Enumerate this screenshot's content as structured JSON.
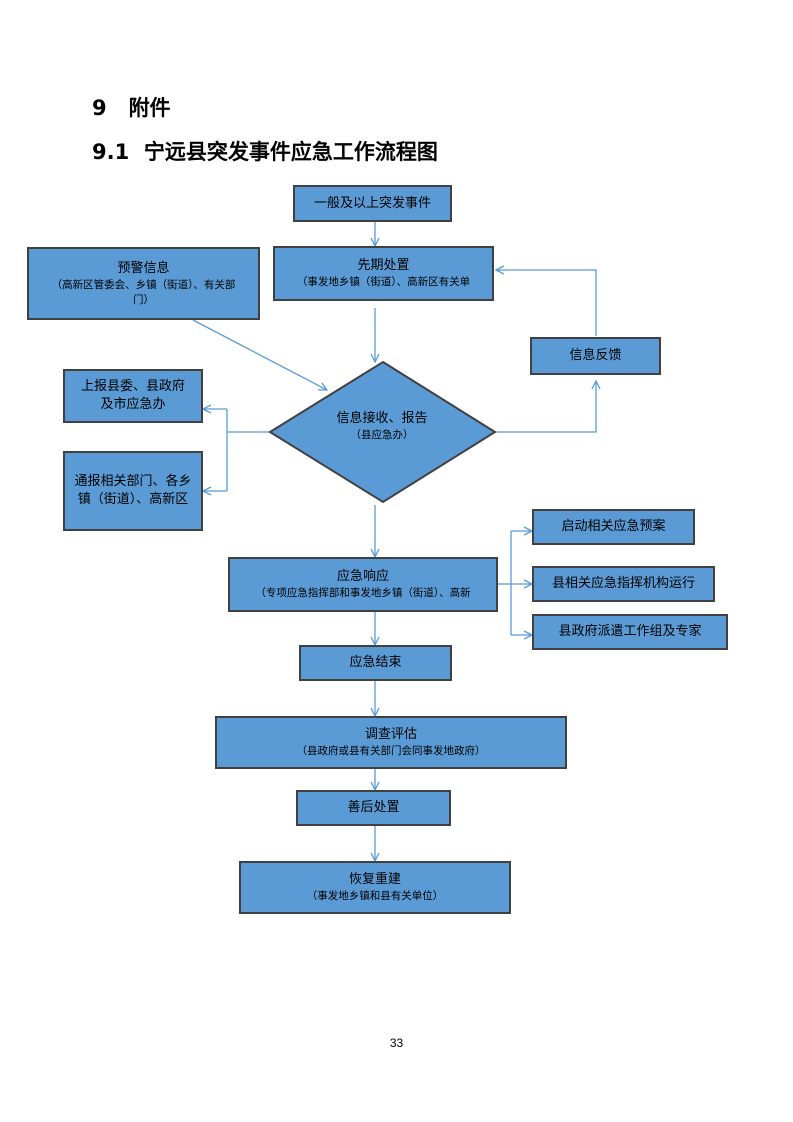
{
  "section": {
    "number": "9",
    "title": "附件"
  },
  "subsection": {
    "number": "9.1",
    "title": "宁远县突发事件应急工作流程图"
  },
  "flowchart": {
    "event": {
      "title": "一般及以上突发事件"
    },
    "warning": {
      "title": "预警信息",
      "subtitle_line1": "（高新区管委会、乡镇（街道）、有关部",
      "subtitle_line2": "门）"
    },
    "initial": {
      "title": "先期处置",
      "subtitle": "（事发地乡镇（街道）、高新区有关单"
    },
    "feedback": {
      "title": "信息反馈"
    },
    "report_up": {
      "line1": "上报县委、县政府",
      "line2": "及市应急办"
    },
    "notify": {
      "line1": "通报相关部门、各乡",
      "line2": "镇（街道）、高新区"
    },
    "decision": {
      "title": "信息接收、报告",
      "subtitle": "（县应急办）"
    },
    "response": {
      "title": "应急响应",
      "subtitle": "（专项应急指挥部和事发地乡镇（街道）、高新"
    },
    "actions": [
      {
        "label": "启动相关应急预案"
      },
      {
        "label": "县相关应急指挥机构运行"
      },
      {
        "label": "县政府派遣工作组及专家"
      }
    ],
    "end": {
      "title": "应急结束"
    },
    "assessment": {
      "title": "调查评估",
      "subtitle": "（县政府或县有关部门会同事发地政府）"
    },
    "aftermath": {
      "title": "善后处置"
    },
    "rebuild": {
      "title": "恢复重建",
      "subtitle": "（事发地乡镇和县有关单位）"
    },
    "colors": {
      "box_fill": "#5b9bd5",
      "box_border": "#404040",
      "arrow": "#5b9bd5"
    }
  },
  "page_number": "33"
}
